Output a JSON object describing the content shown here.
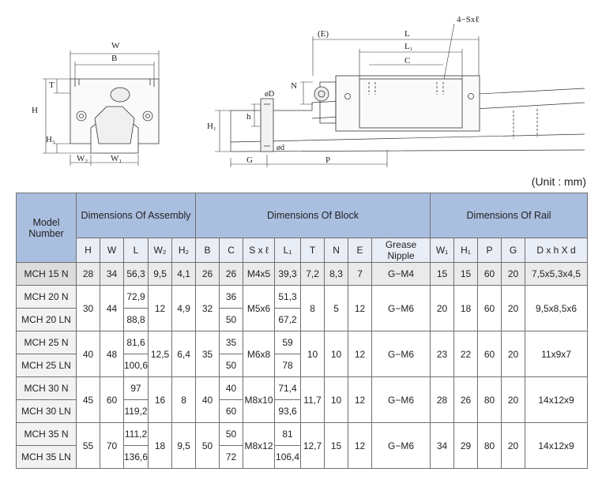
{
  "drawing_labels": {
    "front": {
      "W": "W",
      "B": "B",
      "T": "T",
      "H": "H",
      "H3": "H₃",
      "W2": "W₂",
      "W1": "W₁"
    },
    "side": {
      "E": "(E)",
      "L": "L",
      "L1": "L₁",
      "C": "C",
      "screw": "4−Sxℓ",
      "N": "N",
      "D": "øD",
      "h": "h",
      "d": "ød",
      "H1": "H₁",
      "G": "G",
      "P": "P"
    }
  },
  "unit_label": "(Unit : mm)",
  "table": {
    "model_header": "Model Number",
    "group_headers": [
      "Dimensions Of Assembly",
      "Dimensions Of Block",
      "Dimensions Of Rail"
    ],
    "sub_headers": [
      "H",
      "W",
      "L",
      "W₂",
      "H₂",
      "B",
      "C",
      "S x ℓ",
      "L₁",
      "T",
      "N",
      "E",
      "Grease Nipple",
      "W₁",
      "H₁",
      "P",
      "G",
      "D x h X d"
    ],
    "rows": [
      {
        "model": "MCH 15 N",
        "H": "28",
        "W": "34",
        "L": "56,3",
        "W2": "9,5",
        "H2": "4,1",
        "B": "26",
        "C": "26",
        "Sxl": "M4x5",
        "L1": "39,3",
        "T": "7,2",
        "N": "8,3",
        "E": "7",
        "nipple": "G−M4",
        "W1": "15",
        "H1": "15",
        "P": "60",
        "G": "20",
        "Dhd": "7,5x5,3x4,5"
      },
      {
        "model": "MCH 20 N",
        "H": "30",
        "W": "44",
        "L": "72,9",
        "W2": "12",
        "H2": "4,9",
        "B": "32",
        "C": "36",
        "Sxl": "M5x6",
        "L1": "51,3",
        "T": "8",
        "N": "5",
        "E": "12",
        "nipple": "G−M6",
        "W1": "20",
        "H1": "18",
        "P": "60",
        "G": "20",
        "Dhd": "9,5x8,5x6"
      },
      {
        "model": "MCH 20 LN",
        "L": "88,8",
        "C": "50",
        "L1": "67,2"
      },
      {
        "model": "MCH 25 N",
        "H": "40",
        "W": "48",
        "L": "81,6",
        "W2": "12,5",
        "H2": "6,4",
        "B": "35",
        "C": "35",
        "Sxl": "M6x8",
        "L1": "59",
        "T": "10",
        "N": "10",
        "E": "12",
        "nipple": "G−M6",
        "W1": "23",
        "H1": "22",
        "P": "60",
        "G": "20",
        "Dhd": "11x9x7"
      },
      {
        "model": "MCH 25 LN",
        "L": "100,6",
        "C": "50",
        "L1": "78"
      },
      {
        "model": "MCH 30 N",
        "H": "45",
        "W": "60",
        "L": "97",
        "W2": "16",
        "H2": "8",
        "B": "40",
        "C": "40",
        "Sxl": "M8x10",
        "L1": "71,4",
        "T": "11,7",
        "N": "10",
        "E": "12",
        "nipple": "G−M6",
        "W1": "28",
        "H1": "26",
        "P": "80",
        "G": "20",
        "Dhd": "14x12x9"
      },
      {
        "model": "MCH 30 LN",
        "L": "119,2",
        "C": "60",
        "L1": "93,6"
      },
      {
        "model": "MCH 35 N",
        "H": "55",
        "W": "70",
        "L": "111,2",
        "W2": "18",
        "H2": "9,5",
        "B": "50",
        "C": "50",
        "Sxl": "M8x12",
        "L1": "81",
        "T": "12,7",
        "N": "15",
        "E": "12",
        "nipple": "G−M6",
        "W1": "34",
        "H1": "29",
        "P": "80",
        "G": "20",
        "Dhd": "14x12x9"
      },
      {
        "model": "MCH 35 LN",
        "L": "136,6",
        "C": "72",
        "L1": "106,4"
      }
    ]
  },
  "colors": {
    "header_blue": "#aabfe0",
    "subheader": "#e8edf6",
    "border": "#6f6f6f"
  }
}
